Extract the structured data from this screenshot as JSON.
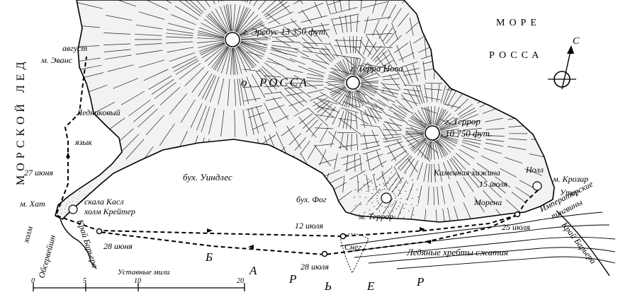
{
  "labels": {
    "sea_ross_1": "МОРЕ",
    "sea_ross_2": "РОССА",
    "sea_ice": "МОРСКОЙ ЛЕД",
    "island": "о. РОССА",
    "erebus": "г. Эребус 13 350 фут.",
    "terra_nova": "г. Терра Нова",
    "terror": "г. Террор",
    "terror_height": "10 750 фут.",
    "august": "август",
    "evans": "м. Эванс",
    "glacier_1": "Ледниковый",
    "glacier_2": "язык",
    "june27": "27 июня",
    "hut": "м. Хат",
    "castle_rock": "скала Касл",
    "crater_hill": "холм Крейтер",
    "windless_bay": "бух. Уиндлес",
    "fog_bay": "бух. Фог",
    "cape_terror": "м. Террор",
    "stone_hut": "Каменная хижина",
    "knoll": "Нолл",
    "crozier": "м. Крозир",
    "cliff": "Утес",
    "july15": "15 июля",
    "moraine": "Морена",
    "emperor_1": "Императорские",
    "emperor_2": "пингвины",
    "july25": "25 июля",
    "july12": "12 июля",
    "snow": "Снег",
    "july28": "28 июля",
    "pressure_ridges": "Ледяные хребты сжатия",
    "june28": "28 июня",
    "barrier_edge_left": "Край Барьера",
    "barrier_edge_right": "Край Барьера",
    "observation_1": "холм",
    "observation_2": "Обсервейшн",
    "barrier_letters": [
      "Б",
      "А",
      "Р",
      "Ь",
      "Е",
      "Р"
    ],
    "north": "С"
  },
  "scale": {
    "title": "Уставные мили",
    "ticks": [
      "0",
      "5",
      "10",
      "20"
    ]
  }
}
